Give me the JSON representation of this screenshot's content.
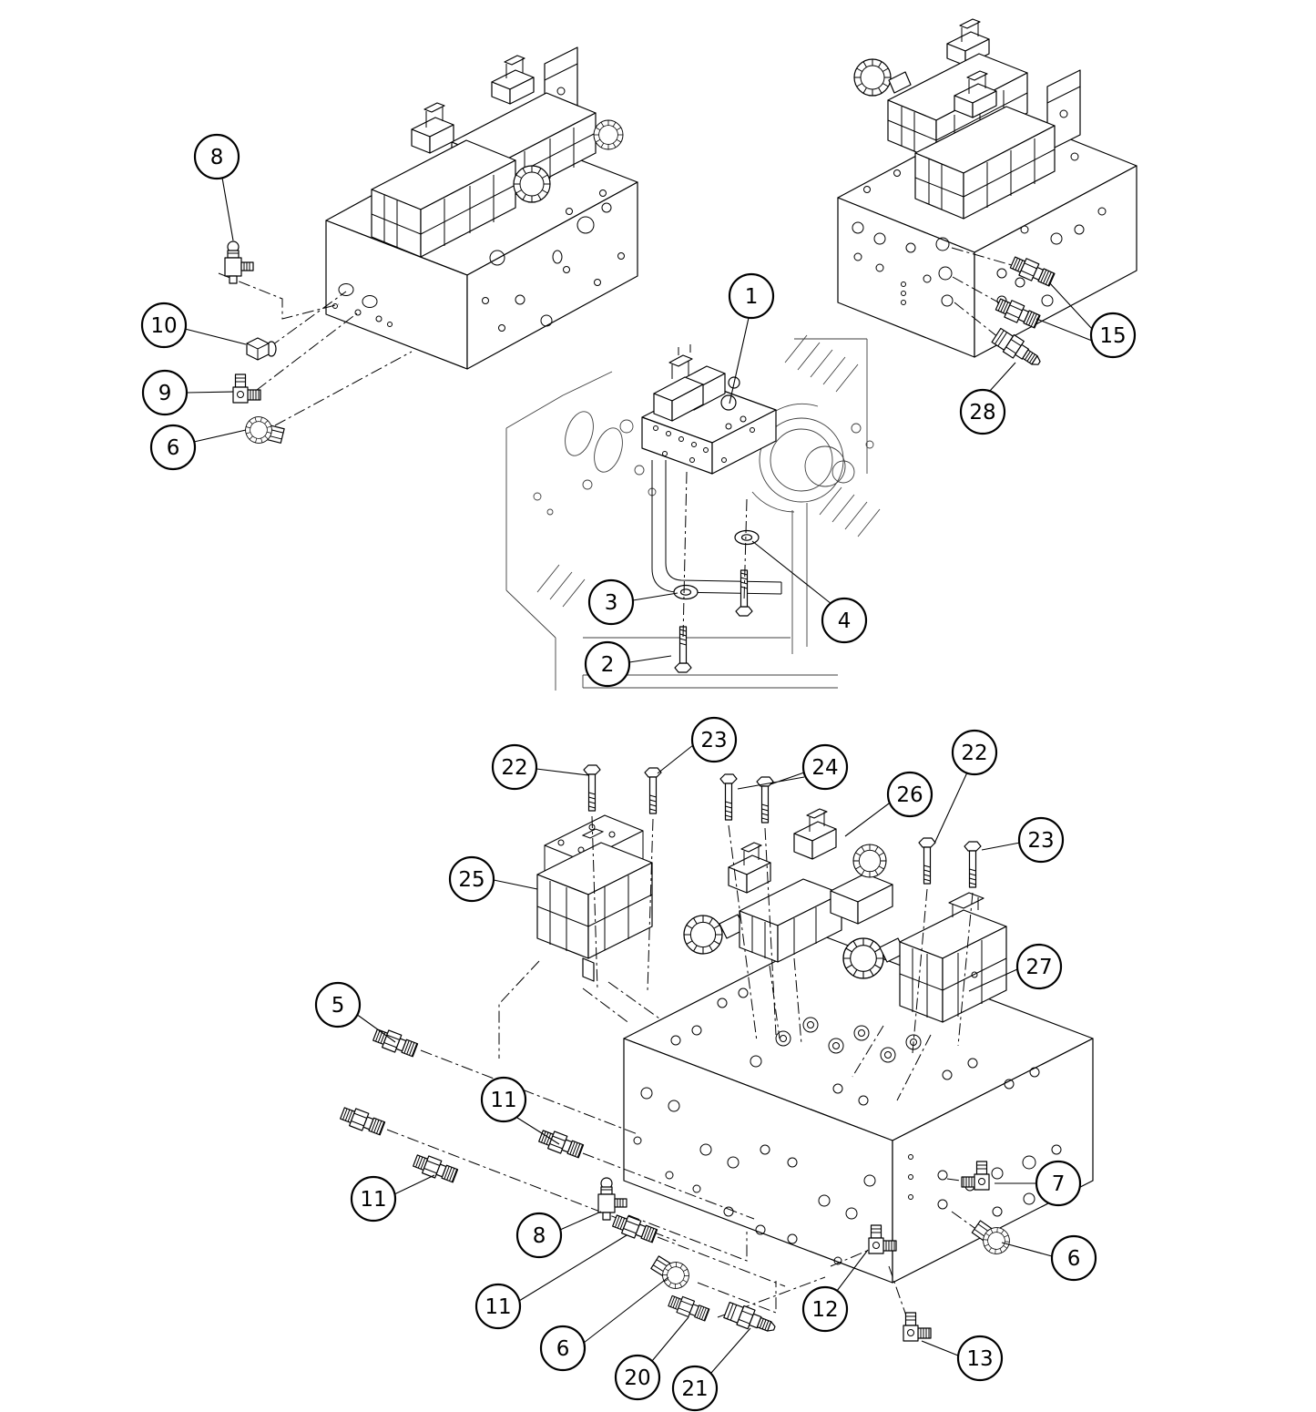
{
  "diagram": {
    "background_color": "#ffffff",
    "line_color": "#000000",
    "callout_shape": "circle",
    "callouts": [
      {
        "label": "8"
      },
      {
        "label": "10"
      },
      {
        "label": "9"
      },
      {
        "label": "6"
      },
      {
        "label": "1"
      },
      {
        "label": "3"
      },
      {
        "label": "2"
      },
      {
        "label": "4"
      },
      {
        "label": "15"
      },
      {
        "label": "28"
      },
      {
        "label": "22"
      },
      {
        "label": "23"
      },
      {
        "label": "24"
      },
      {
        "label": "26"
      },
      {
        "label": "22"
      },
      {
        "label": "23"
      },
      {
        "label": "25"
      },
      {
        "label": "27"
      },
      {
        "label": "5"
      },
      {
        "label": "11"
      },
      {
        "label": "11"
      },
      {
        "label": "8"
      },
      {
        "label": "11"
      },
      {
        "label": "6"
      },
      {
        "label": "20"
      },
      {
        "label": "21"
      },
      {
        "label": "12"
      },
      {
        "label": "7"
      },
      {
        "label": "6"
      },
      {
        "label": "13"
      }
    ]
  }
}
